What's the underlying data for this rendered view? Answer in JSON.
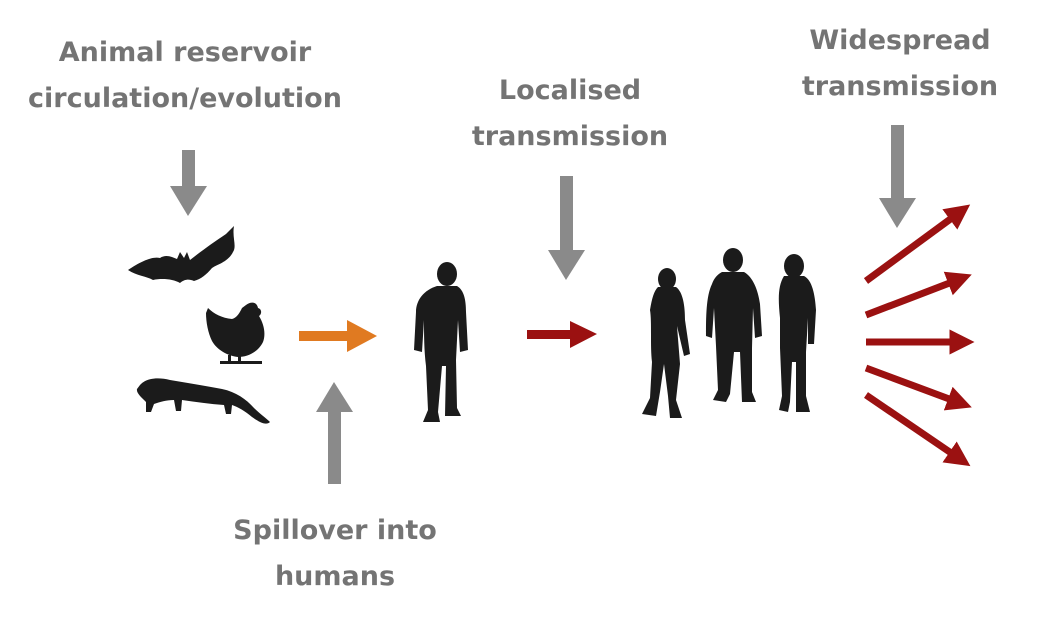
{
  "labels": {
    "reservoir": [
      "Animal reservoir",
      "circulation/evolution"
    ],
    "localised": [
      "Localised",
      "transmission"
    ],
    "widespread": [
      "Widespread",
      "transmission"
    ],
    "spillover": [
      "Spillover into",
      "humans"
    ]
  },
  "icons": {
    "animals": [
      "bat-icon",
      "chicken-icon",
      "civet-icon"
    ],
    "index_case": "person-icon",
    "cluster": [
      "woman-icon",
      "man-icon",
      "woman-icon"
    ]
  },
  "colors": {
    "label_text": "#747474",
    "pointer_arrow": "#8a8a8a",
    "spillover_arrow": "#e07a21",
    "transmission_arrow": "#9b1111",
    "silhouette": "#1b1b1b"
  }
}
